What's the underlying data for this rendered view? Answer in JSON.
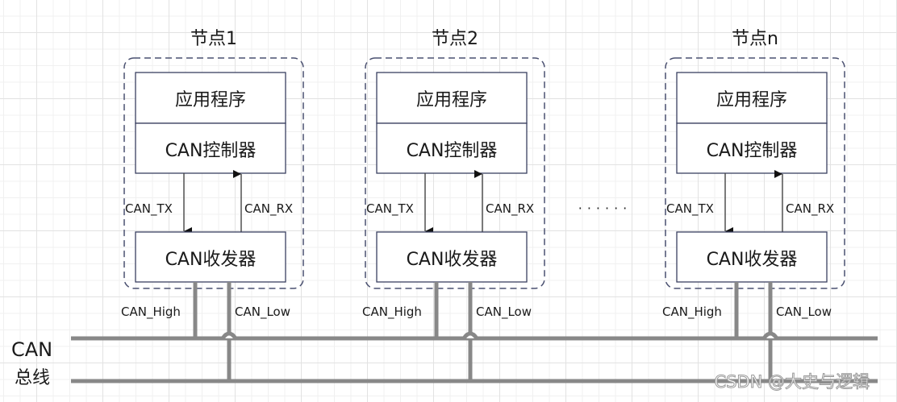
{
  "nodes": [
    {
      "title": "节点1",
      "application": "应用程序",
      "controller": "CAN控制器",
      "transceiver": "CAN收发器",
      "tx_label": "CAN_TX",
      "rx_label": "CAN_RX",
      "high_label": "CAN_High",
      "low_label": "CAN_Low"
    },
    {
      "title": "节点2",
      "application": "应用程序",
      "controller": "CAN控制器",
      "transceiver": "CAN收发器",
      "tx_label": "CAN_TX",
      "rx_label": "CAN_RX",
      "high_label": "CAN_High",
      "low_label": "CAN_Low"
    },
    {
      "title": "节点n",
      "application": "应用程序",
      "controller": "CAN控制器",
      "transceiver": "CAN收发器",
      "tx_label": "CAN_TX",
      "rx_label": "CAN_RX",
      "high_label": "CAN_High",
      "low_label": "CAN_Low"
    }
  ],
  "ellipsis": "······",
  "bus": {
    "label_line1": "CAN",
    "label_line2": "总线"
  },
  "watermark": "CSDN @大史与逻辑",
  "colors": {
    "container_border": "#4a5070",
    "box_border": "#3a4060",
    "bus_wire": "#888888",
    "grid": "#e2e2e2"
  }
}
